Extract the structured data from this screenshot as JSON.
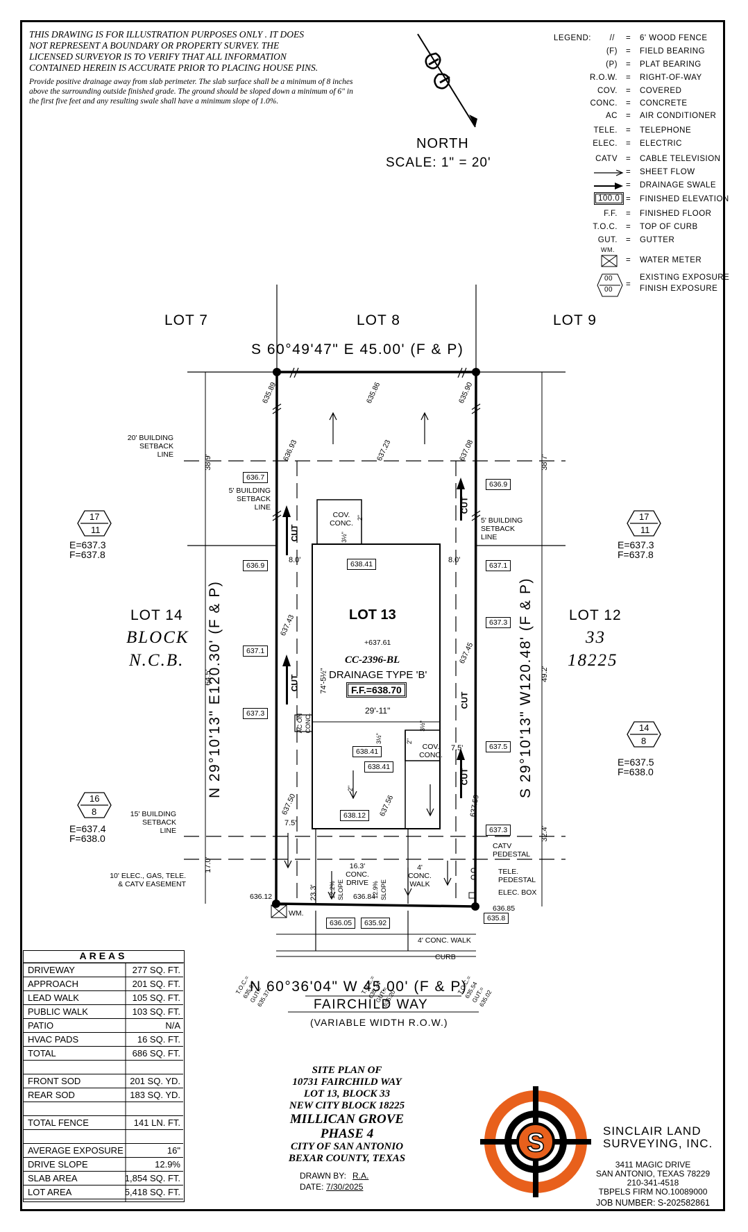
{
  "notes": {
    "caps_lines": [
      "THIS DRAWING IS FOR ILLUSTRATION PURPOSES ONLY . IT DOES",
      "NOT REPRESENT A BOUNDARY OR PROPERTY SURVEY. THE",
      "LICENSED SURVEYOR IS TO VERIFY THAT ALL INFORMATION",
      "CONTAINED HEREIN IS ACCURATE PRIOR TO PLACING HOUSE PINS."
    ],
    "drainage": "Provide positive drainage away from slab perimeter. The slab surface shall be a minimum of 8 inches above the surrounding outside finished grade. The ground should be sloped down a minimum of 6\" in the first five feet and any resulting swale shall have a minimum slope of 1.0%."
  },
  "north": {
    "label": "NORTH",
    "scale": "SCALE: 1\" = 20'"
  },
  "legend": {
    "title": "LEGEND:",
    "rows": [
      {
        "key": "//",
        "value": "6' WOOD FENCE"
      },
      {
        "key": "(F)",
        "value": "FIELD BEARING"
      },
      {
        "key": "(P)",
        "value": "PLAT BEARING"
      },
      {
        "key": "R.O.W.",
        "value": "RIGHT-OF-WAY"
      },
      {
        "key": "COV.",
        "value": "COVERED"
      },
      {
        "key": "CONC.",
        "value": "CONCRETE"
      },
      {
        "key": "AC",
        "value": "AIR CONDITIONER"
      },
      {
        "key": "TELE.",
        "value": "TELEPHONE"
      },
      {
        "key": "ELEC.",
        "value": "ELECTRIC"
      },
      {
        "key": "CATV",
        "value": "CABLE TELEVISION"
      },
      {
        "key": "",
        "value": "SHEET FLOW"
      },
      {
        "key": "",
        "value": "DRAINAGE SWALE"
      },
      {
        "key": "100.0",
        "value": "FINISHED ELEVATION"
      },
      {
        "key": "F.F.",
        "value": "FINISHED FLOOR"
      },
      {
        "key": "T.O.C.",
        "value": "TOP OF CURB"
      },
      {
        "key": "GUT.",
        "value": "GUTTER"
      },
      {
        "key": "WM.",
        "value": "WATER METER"
      },
      {
        "key": "00",
        "value": "EXISTING EXPOSURE"
      },
      {
        "key": "00",
        "value": "FINISH EXPOSURE"
      }
    ]
  },
  "lots": {
    "lot7": "LOT 7",
    "lot8": "LOT 8",
    "lot9": "LOT 9",
    "lot14": "LOT 14",
    "lot12": "LOT 12",
    "lot13": "LOT 13"
  },
  "bearings": {
    "top": "S 60°49'47\" E 45.00' (F & P)",
    "bottom": "N 60°36'04\" W 45.00' (F & P)",
    "left": "N 29°10'13\" E120.30' (F & P)",
    "right": "S 29°10'13\" W120.48' (F & P)"
  },
  "block": {
    "left1": "BLOCK",
    "left2": "N.C.B.",
    "right1": "33",
    "right2": "18225"
  },
  "street": {
    "name": "FAIRCHILD WAY",
    "row": "(VARIABLE WIDTH R.O.W.)",
    "walk": "4' CONC. WALK",
    "curb": "CURB"
  },
  "exposures": {
    "left_top": {
      "e": "17",
      "f": "11",
      "elev": "E=637.3",
      "fin": "F=637.8"
    },
    "right_top": {
      "e": "17",
      "f": "11",
      "elev": "E=637.3",
      "fin": "F=637.8"
    },
    "right_mid": {
      "e": "14",
      "f": "8",
      "elev": "E=637.5",
      "fin": "F=638.0"
    },
    "left_bot": {
      "e": "16",
      "f": "8",
      "elev": "E=637.4",
      "fin": "F=638.0"
    }
  },
  "setbacks": {
    "b20": "20' BUILDING SETBACK LINE",
    "b5l": "5' BUILDING SETBACK LINE",
    "b5r": "5' BUILDING SETBACK LINE",
    "b15": "15' BUILDING SETBACK LINE",
    "easement": "10' ELEC., GAS, TELE. & CATV EASEMENT"
  },
  "elev_boxes": {
    "e1": "636.7",
    "e2": "636.9",
    "e3": "637.1",
    "e4": "637.3",
    "e5": "636.9",
    "e6": "637.1",
    "e7": "637.3",
    "e8": "637.5",
    "e9": "637.3",
    "e10": "638.41",
    "e11": "638.41",
    "e12": "638.41",
    "e13": "638.12",
    "e14": "636.05",
    "e15": "635.92",
    "e16": "635.8"
  },
  "spot": {
    "s1": "635.89",
    "s2": "635.86",
    "s3": "635.90",
    "s4": "636.93",
    "s5": "637.23",
    "s6": "637.08",
    "s7": "637.43",
    "s8": "637.45",
    "s9": "637.50",
    "s10": "637.56",
    "s11": "637.59",
    "s12": "+637.61",
    "s13": "636.12",
    "s14": "636.84",
    "s15": "636.85"
  },
  "dims": {
    "d1": "38.9'",
    "d2": "38.7'",
    "d3": "64.5'",
    "d4": "49.2'",
    "d5": "32.4'",
    "d6": "17.0'",
    "d7": "8.0'",
    "d8": "8.0'",
    "d9": "7.5'",
    "d10": "7.5'",
    "d11": "29'-11\"",
    "d12": "74'-5½\"",
    "d13": "23.3'",
    "d14": "3½\"",
    "d15": "3½\"",
    "d16": "3½\"",
    "d17": "2\"",
    "d18": "2\"",
    "d19": "2\""
  },
  "house": {
    "plan": "CC-2396-BL",
    "drainage": "DRAINAGE TYPE 'B'",
    "ff": "F.F.=638.70",
    "cov1": "COV. CONC.",
    "cov2": "COV. CONC.",
    "ac": "AC ON CONC.",
    "drive": "16.3' CONC. DRIVE",
    "slope1": "12.2% SLOPE",
    "slope2": "12.9% SLOPE",
    "walk": "4' CONC. WALK",
    "cut": "CUT"
  },
  "utilities": {
    "catv": "CATV PEDESTAL",
    "tele": "TELE. PEDESTAL",
    "elec": "ELEC. BOX",
    "wm": "WM."
  },
  "toc": {
    "t1": "T.O.C.= 635.81 GUT.= 635.37",
    "t2": "T.O.C.= 635.74 GUT.= 635.20",
    "t3": "T.O.C.= 635.54 GUT.= 635.02"
  },
  "areas": {
    "title": "AREAS",
    "rows": [
      {
        "name": "DRIVEWAY",
        "value": "277 SQ. FT."
      },
      {
        "name": "APPROACH",
        "value": "201 SQ. FT."
      },
      {
        "name": "LEAD WALK",
        "value": "105 SQ. FT."
      },
      {
        "name": "PUBLIC WALK",
        "value": "103 SQ. FT."
      },
      {
        "name": "PATIO",
        "value": "N/A"
      },
      {
        "name": "HVAC PADS",
        "value": "16 SQ. FT."
      },
      {
        "name": "TOTAL",
        "value": "686 SQ. FT."
      },
      {
        "name": "",
        "value": ""
      },
      {
        "name": "FRONT SOD",
        "value": "201 SQ. YD."
      },
      {
        "name": "REAR SOD",
        "value": "183 SQ. YD."
      },
      {
        "name": "",
        "value": ""
      },
      {
        "name": "TOTAL FENCE",
        "value": "141 LN. FT."
      },
      {
        "name": "",
        "value": ""
      },
      {
        "name": "AVERAGE EXPOSURE",
        "value": "16\""
      },
      {
        "name": "DRIVE SLOPE",
        "value": "12.9%"
      },
      {
        "name": "SLAB AREA",
        "value": "1,854 SQ. FT."
      },
      {
        "name": "LOT AREA",
        "value": "5,418 SQ. FT."
      }
    ]
  },
  "title_block": {
    "lines": [
      "SITE PLAN OF",
      "10731 FAIRCHILD WAY",
      "LOT 13, BLOCK 33",
      "NEW CITY BLOCK 18225",
      "MILLICAN GROVE",
      "PHASE 4",
      "CITY OF SAN ANTONIO",
      "BEXAR COUNTY, TEXAS"
    ],
    "drawn_label": "DRAWN BY:",
    "drawn_value": "R.A.",
    "date_label": "DATE:",
    "date_value": "7/30/2025"
  },
  "company": {
    "name1": "SINCLAIR LAND",
    "name2": "SURVEYING, INC.",
    "addr1": "3411 MAGIC DRIVE",
    "addr2": "SAN ANTONIO, TEXAS 78229",
    "phone": "210-341-4518",
    "firm": "TBPELS FIRM NO.10089000",
    "job": "JOB NUMBER: S-202582861",
    "logo_letter": "S",
    "colors": {
      "orange": "#e8601c",
      "black": "#000000"
    }
  }
}
